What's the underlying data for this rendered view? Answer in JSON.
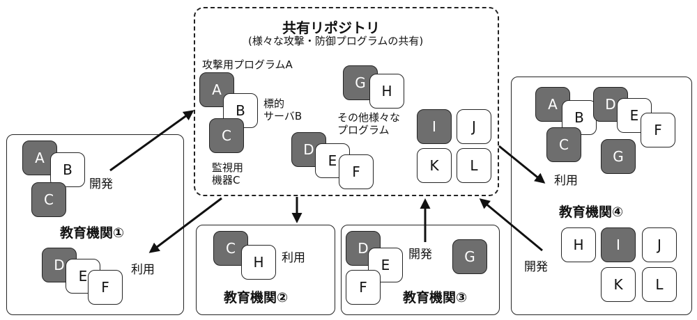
{
  "repository": {
    "title": "共有リポジトリ",
    "subtitle": "(様々な攻撃・防御プログラムの共有)",
    "attack_program_label": "攻撃用プログラムA",
    "target_server_label": "標的\nサーバB",
    "monitor_device_label": "監視用\n機器C",
    "other_programs_label": "その他様々な\nプログラム",
    "cards": {
      "a": "A",
      "b": "B",
      "c": "C",
      "g": "G",
      "h": "H",
      "d": "D",
      "e": "E",
      "f": "F",
      "i": "I",
      "j": "J",
      "k": "K",
      "l": "L"
    }
  },
  "institution1": {
    "name": "教育機関①",
    "develop_label": "開発",
    "use_label": "利用",
    "cards": {
      "a": "A",
      "b": "B",
      "c": "C",
      "d": "D",
      "e": "E",
      "f": "F"
    }
  },
  "institution2": {
    "name": "教育機関②",
    "use_label": "利用",
    "cards": {
      "c": "C",
      "h": "H"
    }
  },
  "institution3": {
    "name": "教育機関③",
    "develop_label": "開発",
    "cards": {
      "d": "D",
      "e": "E",
      "f": "F",
      "g": "G"
    }
  },
  "institution4": {
    "name": "教育機関④",
    "use_label": "利用",
    "develop_label": "開発",
    "cards": {
      "a": "A",
      "b": "B",
      "c": "C",
      "d": "D",
      "e": "E",
      "f": "F",
      "g": "G",
      "h": "H",
      "i": "I",
      "j": "J",
      "k": "K",
      "l": "L"
    }
  },
  "colors": {
    "dark_card": "#6e6e6e",
    "light_card": "#ffffff",
    "stroke": "#222222"
  }
}
